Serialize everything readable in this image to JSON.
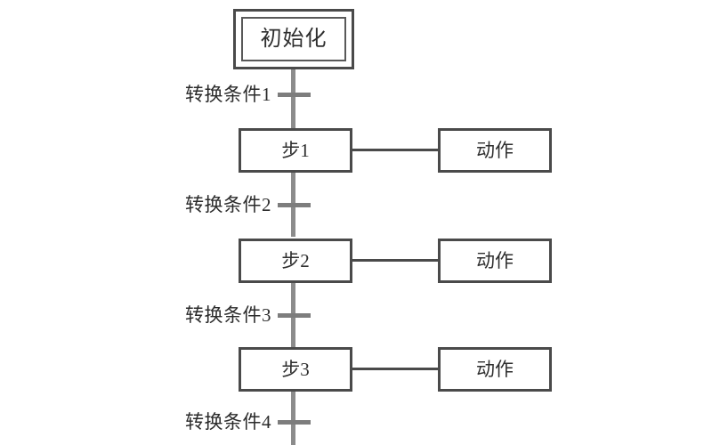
{
  "diagram": {
    "type": "sequential-function-chart",
    "title": "",
    "background_color": "#ffffff",
    "line_color": "#8c8c8c",
    "box_border_color": "#4a4a4a",
    "text_color": "#2e2e2e",
    "initial_step": {
      "label": "初始化",
      "style": "double-bordered"
    },
    "steps": [
      {
        "label": "步1",
        "action": {
          "label": "动作"
        }
      },
      {
        "label": "步2",
        "action": {
          "label": "动作"
        }
      },
      {
        "label": "步3",
        "action": {
          "label": "动作"
        }
      }
    ],
    "transitions": [
      {
        "label": "转换条件1"
      },
      {
        "label": "转换条件2"
      },
      {
        "label": "转换条件3"
      },
      {
        "label": "转换条件4"
      }
    ]
  }
}
